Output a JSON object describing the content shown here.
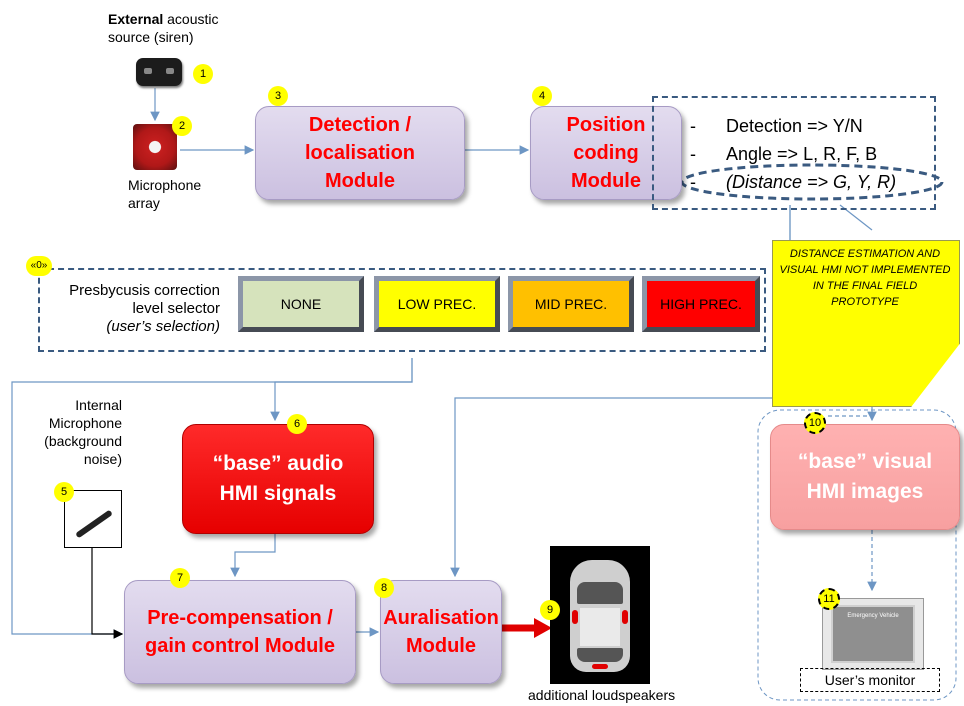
{
  "source": {
    "bold": "External",
    "rest": " acoustic",
    "line2": "source (siren)"
  },
  "mic_array": {
    "line1": "Microphone",
    "line2": "array"
  },
  "modules": {
    "detection": "Detection /\nlocalisation\nModule",
    "position": "Position\ncoding\nModule",
    "base_audio": "“base” audio\nHMI signals",
    "precomp": "Pre-compensation /\ngain control Module",
    "auralisation": "Auralisation\nModule",
    "visual": "“base” visual\nHMI images"
  },
  "badges": {
    "b0": "«0»",
    "b1": "1",
    "b2": "2",
    "b3": "3",
    "b4": "4",
    "b5": "5",
    "b6": "6",
    "b7": "7",
    "b8": "8",
    "b9": "9",
    "b10": "10",
    "b11": "11"
  },
  "coding_outputs": {
    "dash": "-",
    "l1": "Detection => Y/N",
    "l2": "Angle => L, R, F, B",
    "l3": "(Distance => G, Y, R)"
  },
  "selector": {
    "label1": "Presbycusis correction",
    "label2": "level selector",
    "label3": "(user’s selection)",
    "options": [
      "NONE",
      "LOW PREC.",
      "MID PREC.",
      "HIGH PREC."
    ],
    "colors": [
      "#d6e3bc",
      "#ffff00",
      "#ffc000",
      "#ff0000"
    ]
  },
  "note": "DISTANCE ESTIMATION AND VISUAL HMI NOT IMPLEMENTED IN THE FINAL FIELD PROTOTYPE",
  "internal_mic": {
    "l1": "Internal",
    "l2": "Microphone",
    "l3": "(background",
    "l4": "noise)"
  },
  "loudspeakers": "additional loudspeakers",
  "monitor": {
    "label": "User’s monitor",
    "screen_text": "Emergency Vehicle"
  }
}
